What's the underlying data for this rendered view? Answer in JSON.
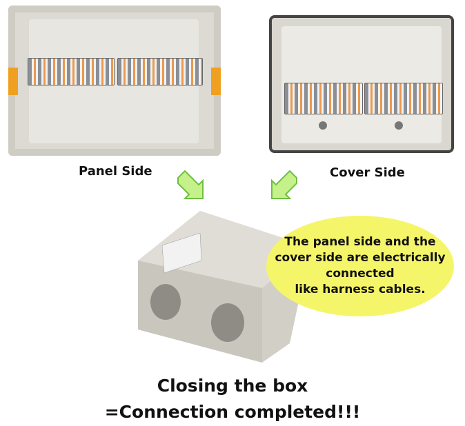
{
  "labels": {
    "panel_side": "Panel Side",
    "cover_side": "Cover Side"
  },
  "bubble": {
    "lines": [
      "The panel side and the",
      "cover side are electrically",
      "connected",
      "like harness cables."
    ]
  },
  "caption": {
    "line1": "Closing the box",
    "line2": "=Connection completed!!!"
  },
  "colors": {
    "bubble": "#f5f56a",
    "arrow": "#c6f08a",
    "arrow_border": "#6cc040"
  }
}
